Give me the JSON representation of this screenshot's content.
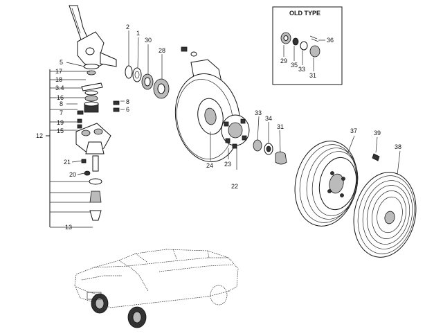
{
  "old_type": {
    "title": "OLD TYPE",
    "labels": [
      "36",
      "29",
      "35",
      "33",
      "31"
    ]
  },
  "left_group": {
    "labels": [
      "5",
      "17",
      "18",
      "3.4",
      "16",
      "8",
      "6",
      "7",
      "19",
      "15",
      "12",
      "21",
      "20",
      "13"
    ]
  },
  "center": {
    "labels": [
      "2",
      "1",
      "30",
      "28",
      "24",
      "23",
      "22",
      "33",
      "34",
      "31"
    ]
  },
  "wheel": {
    "labels": [
      "37",
      "39",
      "38"
    ]
  }
}
